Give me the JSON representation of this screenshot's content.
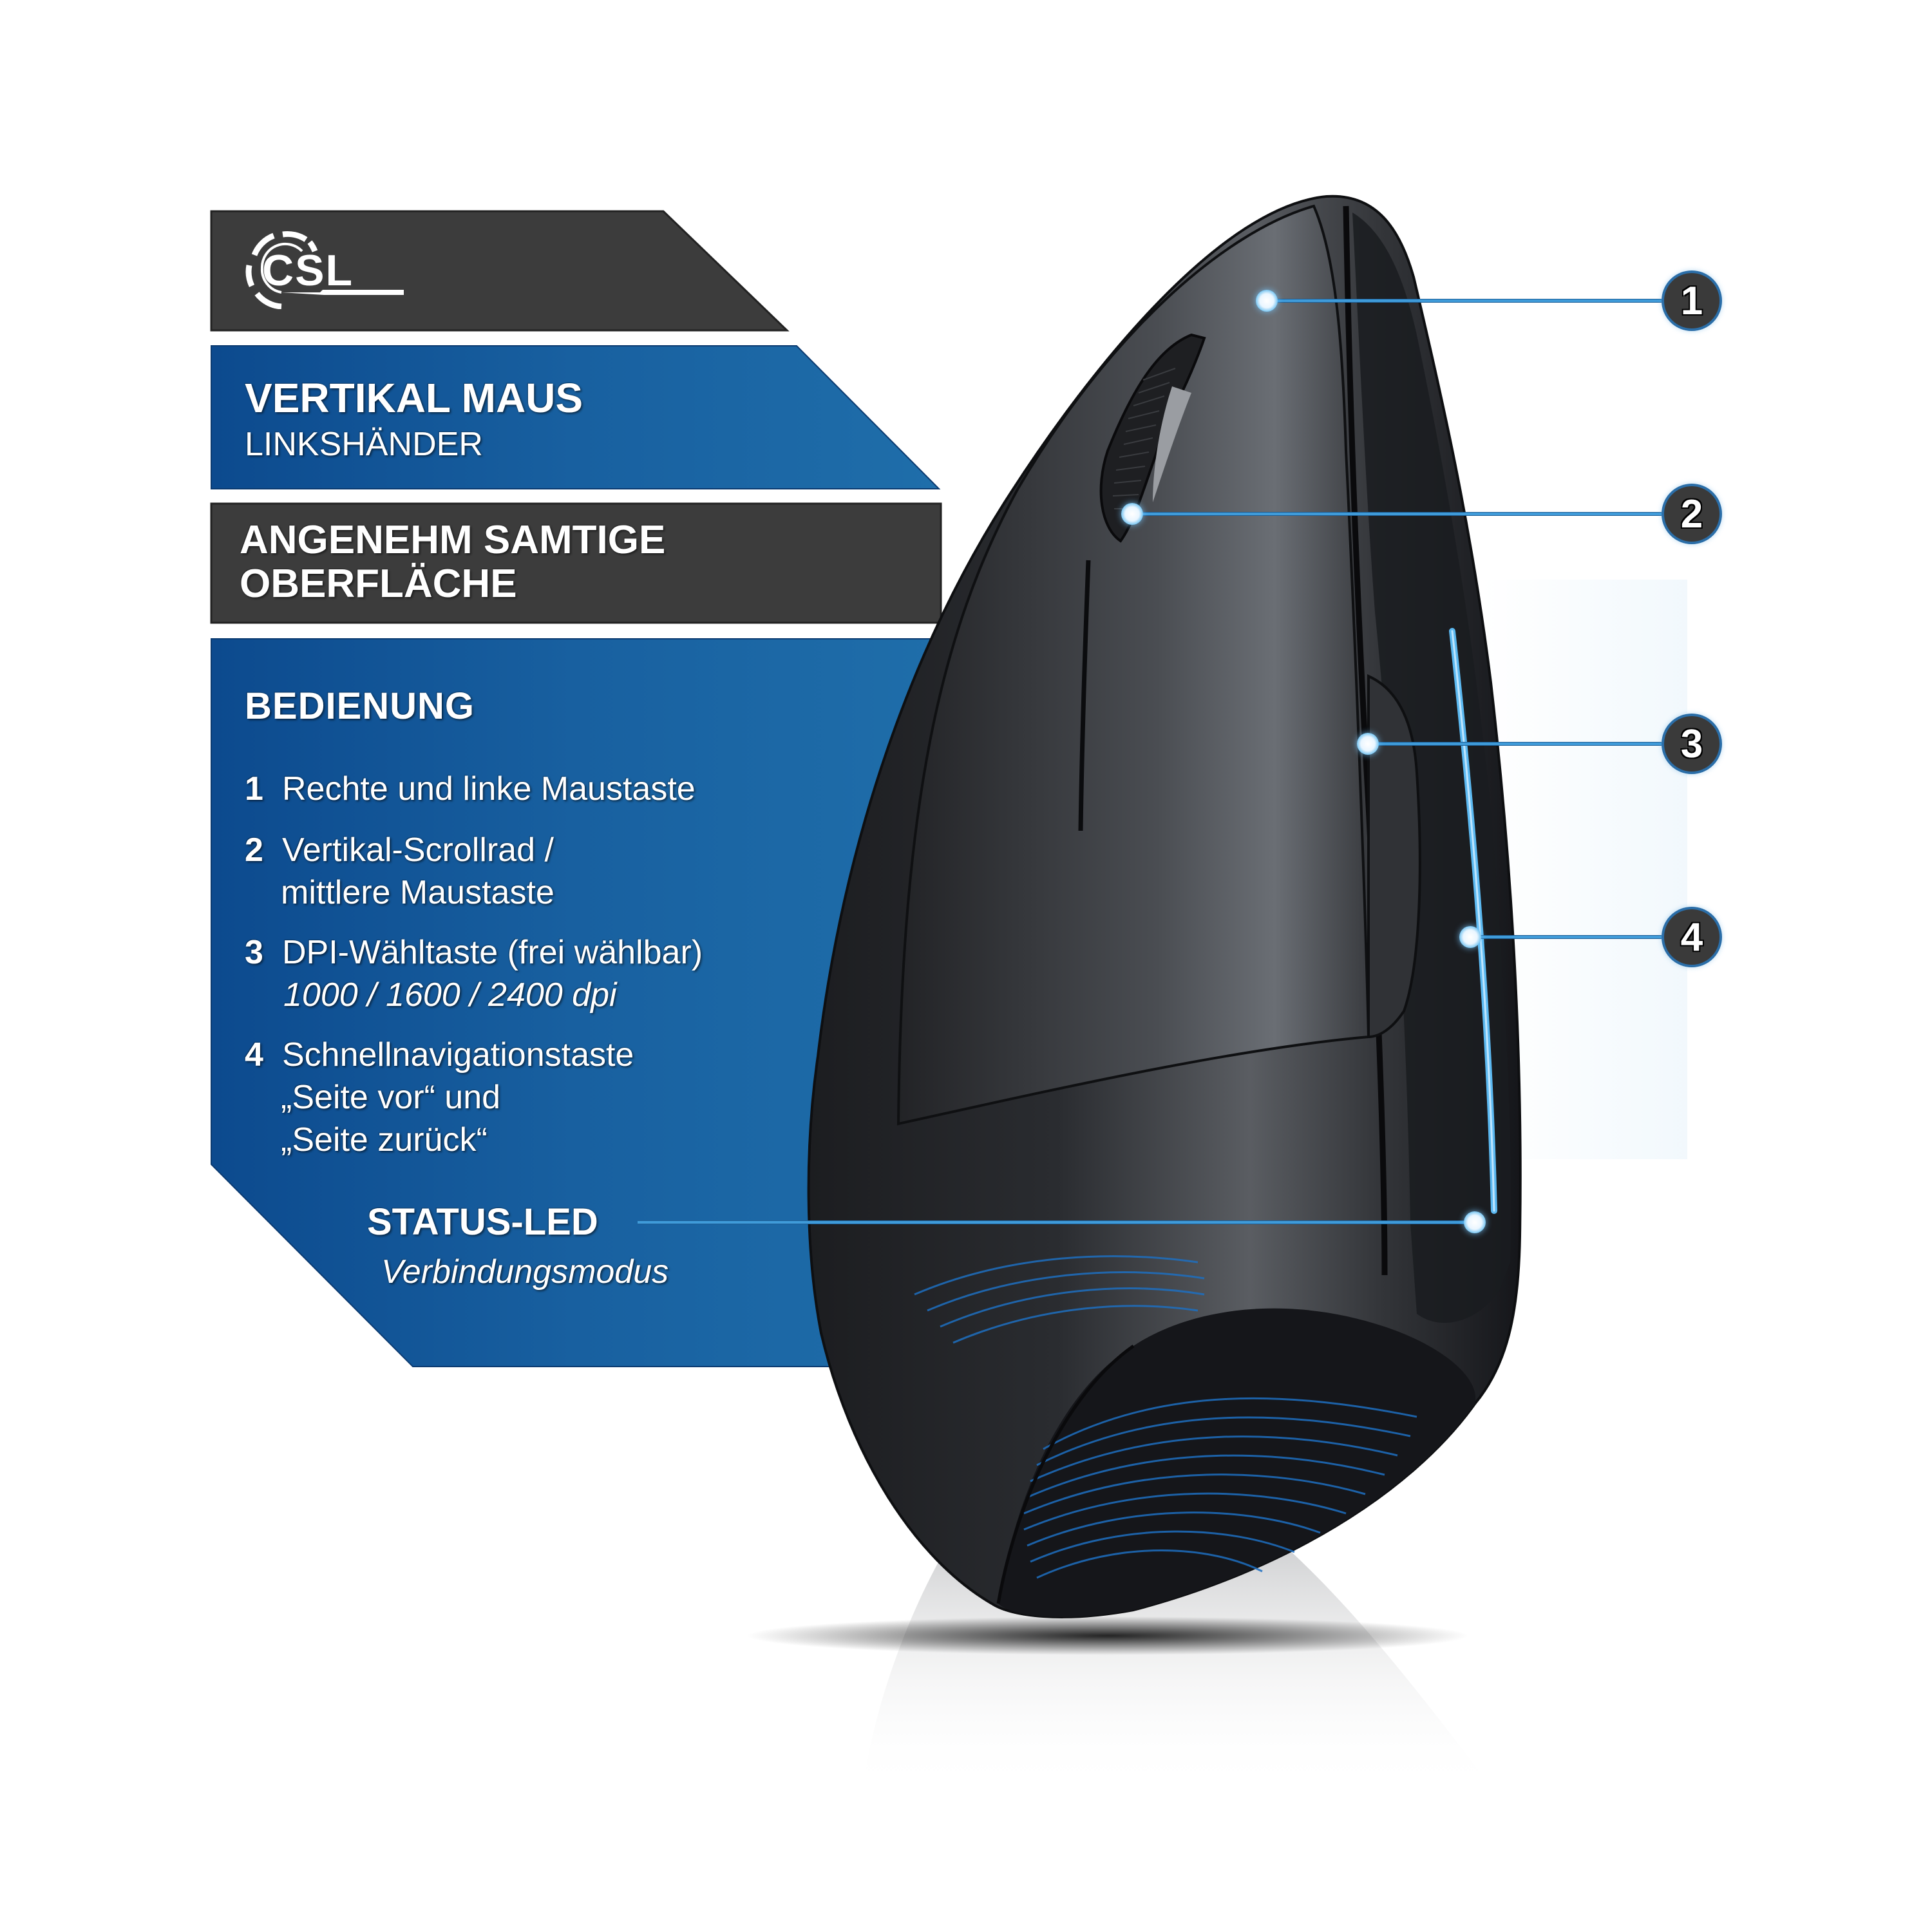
{
  "brand": {
    "logo_text": "CSL",
    "logo_icon": "csl-ring-logo-icon"
  },
  "panels": {
    "title": {
      "heading": "VERTIKAL MAUS",
      "subheading": "LINKSHÄNDER"
    },
    "surface": {
      "line1": "ANGENEHM SAMTIGE",
      "line2": "OBERFLÄCHE"
    },
    "operation": {
      "heading": "BEDIENUNG",
      "items": [
        {
          "number": "1",
          "lines": [
            "Rechte und linke Maustaste"
          ],
          "detail": ""
        },
        {
          "number": "2",
          "lines": [
            "Vertikal-Scrollrad /",
            "mittlere Maustaste"
          ],
          "detail": ""
        },
        {
          "number": "3",
          "lines": [
            "DPI-Wähltaste (frei wählbar)"
          ],
          "detail": "1000 / 1600 / 2400 dpi"
        },
        {
          "number": "4",
          "lines": [
            "Schnellnavigationstaste",
            "„Seite vor“ und",
            "„Seite zurück“"
          ],
          "detail": ""
        }
      ]
    },
    "status_led": {
      "label": "STATUS-LED",
      "description": "Verbindungsmodus"
    }
  },
  "callouts": [
    {
      "number": "1",
      "target": "main-buttons"
    },
    {
      "number": "2",
      "target": "scroll-wheel"
    },
    {
      "number": "3",
      "target": "dpi-button"
    },
    {
      "number": "4",
      "target": "navigation-buttons"
    }
  ],
  "colors": {
    "panel_dark": "#3c3c3c",
    "panel_blue_left": "#0d4a8f",
    "panel_blue_right": "#1f6eaa",
    "callout_line": "#3f9bd9",
    "callout_circle": "#3a3a3a",
    "mouse_body": "#2b2d30",
    "led_glow": "#5bb8f0"
  }
}
